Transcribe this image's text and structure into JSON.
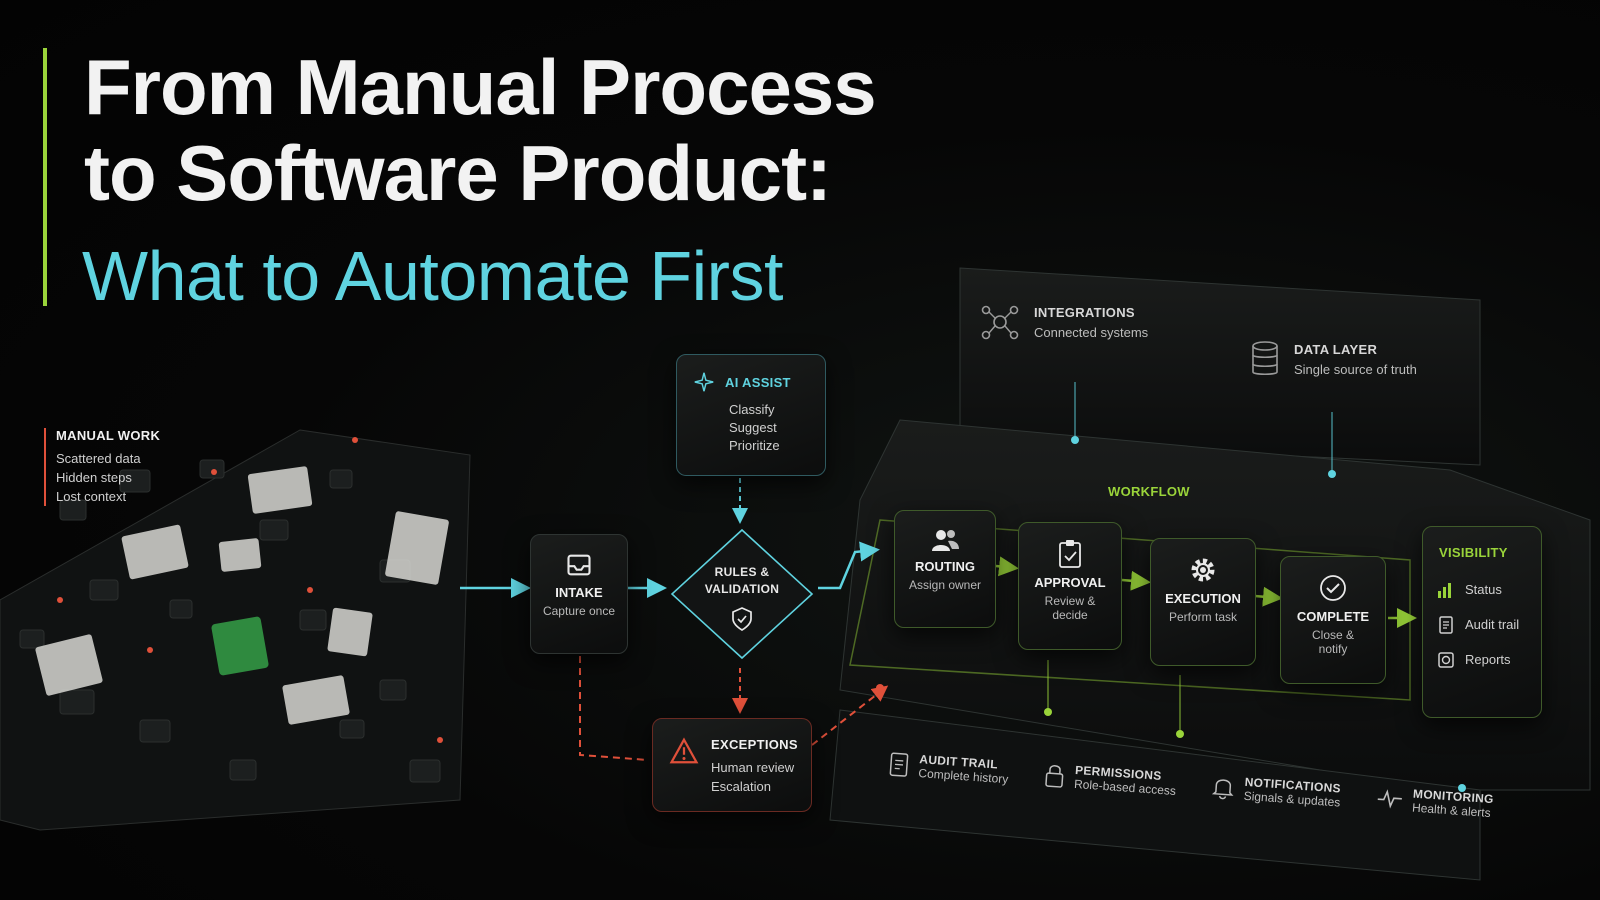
{
  "title": {
    "line1": "From Manual Process",
    "line2": "to Software Product:",
    "subtitle": "What to Automate First"
  },
  "manual_work": {
    "heading": "MANUAL WORK",
    "items": [
      "Scattered data",
      "Hidden steps",
      "Lost context"
    ]
  },
  "ai_assist": {
    "heading": "AI ASSIST",
    "items": [
      "Classify",
      "Suggest",
      "Prioritize"
    ]
  },
  "intake": {
    "heading": "INTAKE",
    "sub": "Capture once"
  },
  "rules": {
    "line1": "RULES &",
    "line2": "VALIDATION"
  },
  "exceptions": {
    "heading": "EXCEPTIONS",
    "items": [
      "Human review",
      "Escalation"
    ]
  },
  "integrations": {
    "heading": "INTEGRATIONS",
    "sub": "Connected systems"
  },
  "data_layer": {
    "heading": "DATA LAYER",
    "sub": "Single source of truth"
  },
  "workflow": {
    "label": "WORKFLOW",
    "steps": [
      {
        "heading": "ROUTING",
        "sub": "Assign owner",
        "icon": "users-icon"
      },
      {
        "heading": "APPROVAL",
        "sub": "Review & decide",
        "icon": "clipboard-check-icon"
      },
      {
        "heading": "EXECUTION",
        "sub": "Perform task",
        "icon": "gear-icon"
      },
      {
        "heading": "COMPLETE",
        "sub": "Close & notify",
        "icon": "check-circle-icon"
      }
    ]
  },
  "visibility": {
    "heading": "VISIBILITY",
    "items": [
      {
        "label": "Status",
        "icon": "bar-chart-icon"
      },
      {
        "label": "Audit trail",
        "icon": "document-icon"
      },
      {
        "label": "Reports",
        "icon": "report-icon"
      }
    ]
  },
  "platform": [
    {
      "heading": "AUDIT TRAIL",
      "sub": "Complete history",
      "icon": "document-icon"
    },
    {
      "heading": "PERMISSIONS",
      "sub": "Role-based access",
      "icon": "lock-icon"
    },
    {
      "heading": "NOTIFICATIONS",
      "sub": "Signals & updates",
      "icon": "bell-icon"
    },
    {
      "heading": "MONITORING",
      "sub": "Health & alerts",
      "icon": "pulse-icon"
    }
  ],
  "colors": {
    "accent_green": "#9ad43a",
    "accent_cyan": "#5fd3e0",
    "alert_red": "#e0503a",
    "background": "#050505"
  }
}
